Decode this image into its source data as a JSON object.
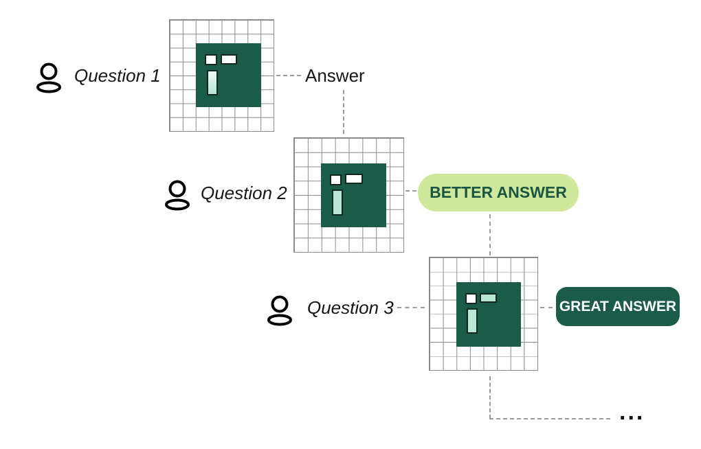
{
  "colors": {
    "brand_dark_green": "#1b5b49",
    "mint": "#b7e8d5",
    "badge_light_green": "#cfe89b",
    "grid_line_gray": "#8a8a8a",
    "dash_gray": "#9a9a9a",
    "text_black": "#161616",
    "background": "#ffffff"
  },
  "rows": [
    {
      "question": "Question 1",
      "answer": "Answer"
    },
    {
      "question": "Question 2",
      "answer": "BETTER ANSWER"
    },
    {
      "question": "Question 3",
      "answer": "GREAT ANSWER"
    }
  ],
  "ellipsis": "...",
  "icons": {
    "user": "user-icon (outlined head circle + body ellipse)",
    "grid": "pixel-grid (8x8 squares)",
    "logo": "logo-tile (dark green square with two top rectangles and one vertical bar)"
  }
}
